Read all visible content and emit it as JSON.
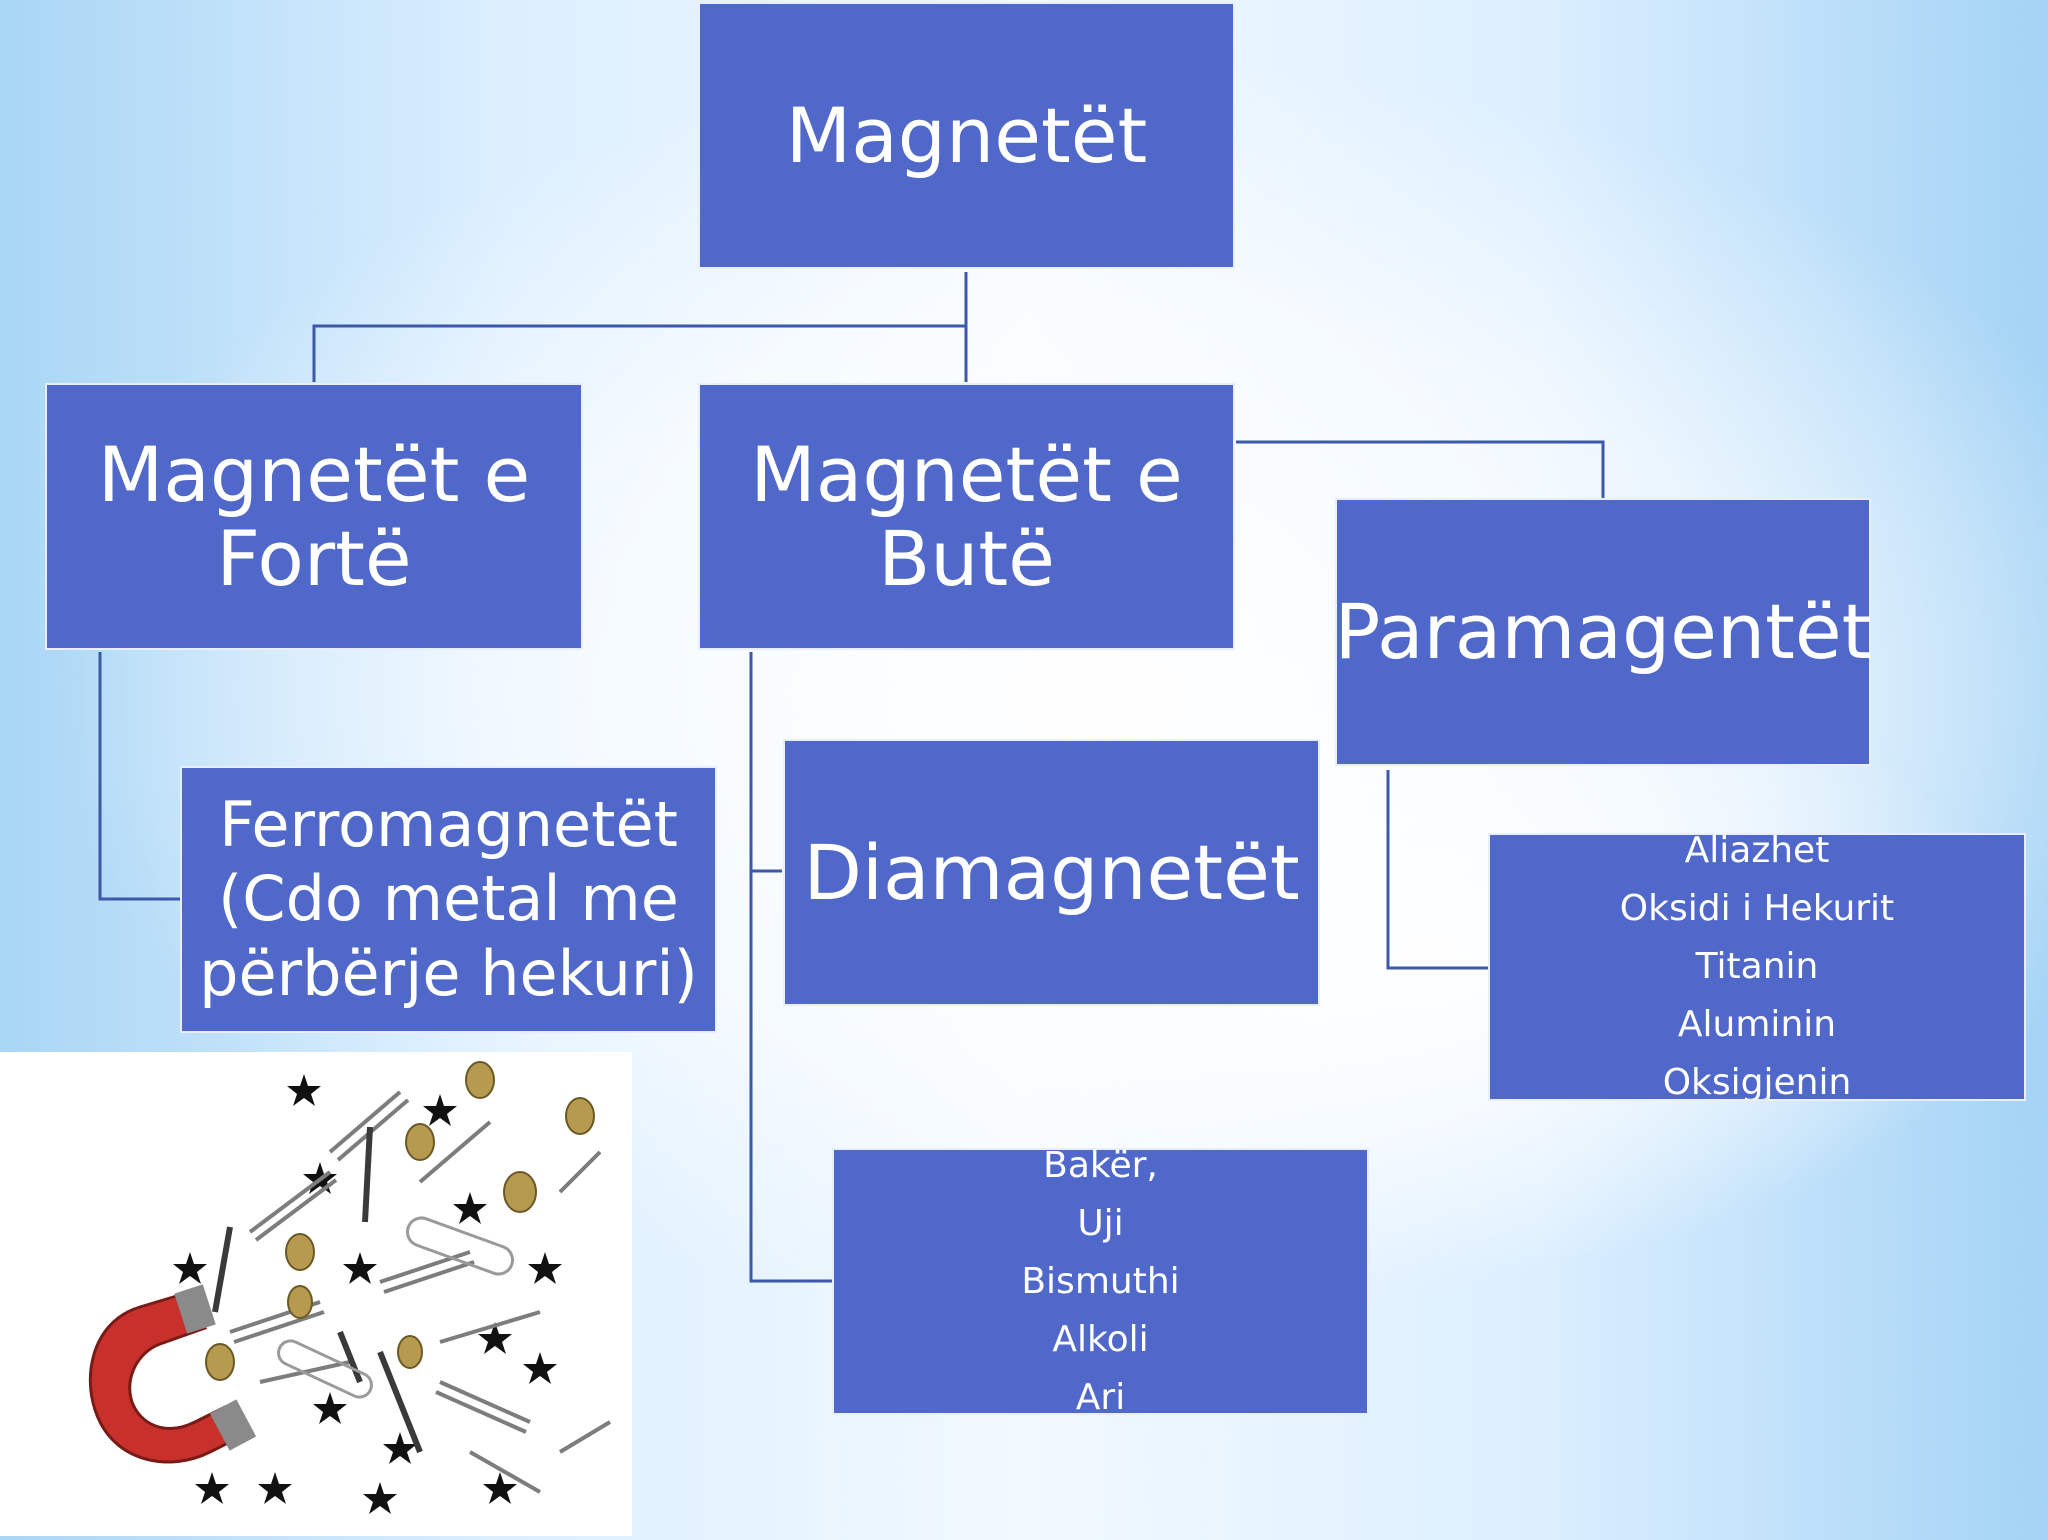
{
  "root": {
    "label": "Magnetët"
  },
  "strong": {
    "label_line1": "Magnetët e",
    "label_line2": "Fortë"
  },
  "soft": {
    "label_line1": "Magnetët e",
    "label_line2": "Butë"
  },
  "para": {
    "label": "Paramagentët"
  },
  "ferro": {
    "line1": "Ferromagnetët",
    "line2": "(Cdo metal me",
    "line3": "përbërje hekuri)"
  },
  "dia": {
    "label": "Diamagnetët"
  },
  "para_examples": [
    "Aliazhet",
    "Oksidi i Hekurit",
    "Titanin",
    "Aluminin",
    "Oksigjenin"
  ],
  "dia_examples": [
    "Bakër,",
    "Uji",
    "Bismuthi",
    "Alkoli",
    "Ari"
  ],
  "colors": {
    "box_fill": "#5068c9",
    "connector": "#3c58a8",
    "box_text": "#ffffff"
  }
}
